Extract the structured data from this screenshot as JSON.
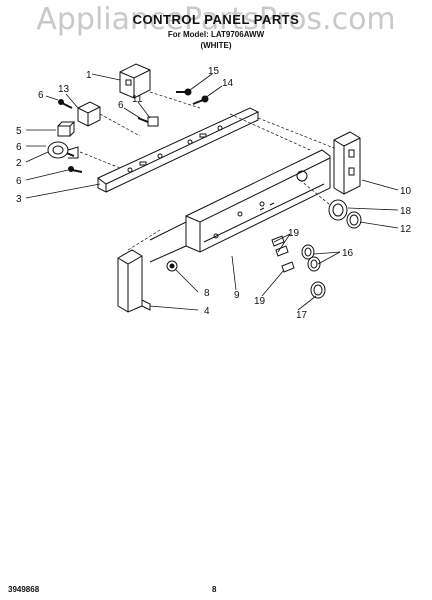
{
  "watermark": "AppliancePartsPros.com",
  "title": "CONTROL PANEL PARTS",
  "subtitle_line1": "For Model: LAT9706AWW",
  "subtitle_line2": "(WHITE)",
  "footer": {
    "doc_number": "3949868",
    "page_number": "8"
  },
  "callouts": [
    "1",
    "15",
    "14",
    "6",
    "13",
    "11",
    "6",
    "5",
    "6",
    "2",
    "6",
    "3",
    "10",
    "18",
    "12",
    "19",
    "16",
    "8",
    "4",
    "9",
    "19",
    "17"
  ]
}
